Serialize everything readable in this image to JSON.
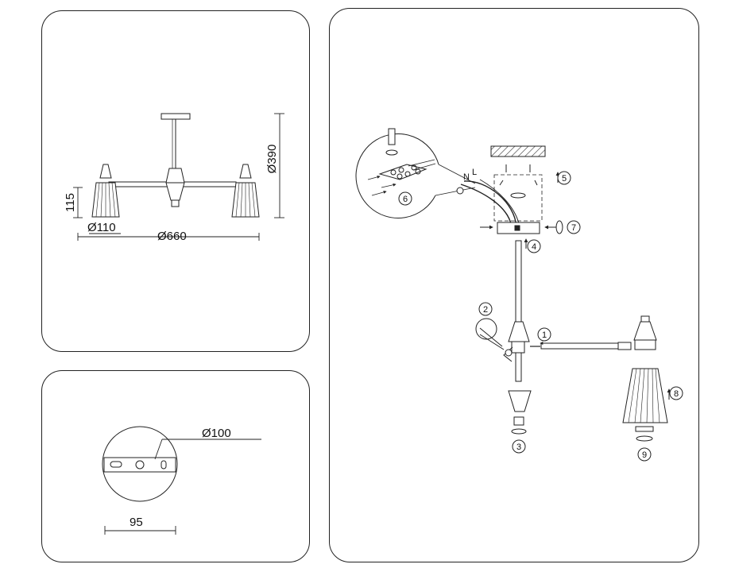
{
  "dimensions": {
    "total_width": "Ø660",
    "height": "Ø390",
    "shade_diameter": "Ø110",
    "shade_height": "115",
    "canopy_diameter": "Ø100",
    "plate_width": "95"
  },
  "assembly": {
    "wire_labels": {
      "neutral": "N",
      "live": "L"
    },
    "steps": [
      {
        "number": "1"
      },
      {
        "number": "2"
      },
      {
        "number": "3"
      },
      {
        "number": "4"
      },
      {
        "number": "5"
      },
      {
        "number": "6"
      },
      {
        "number": "7"
      },
      {
        "number": "8"
      },
      {
        "number": "9"
      }
    ]
  }
}
